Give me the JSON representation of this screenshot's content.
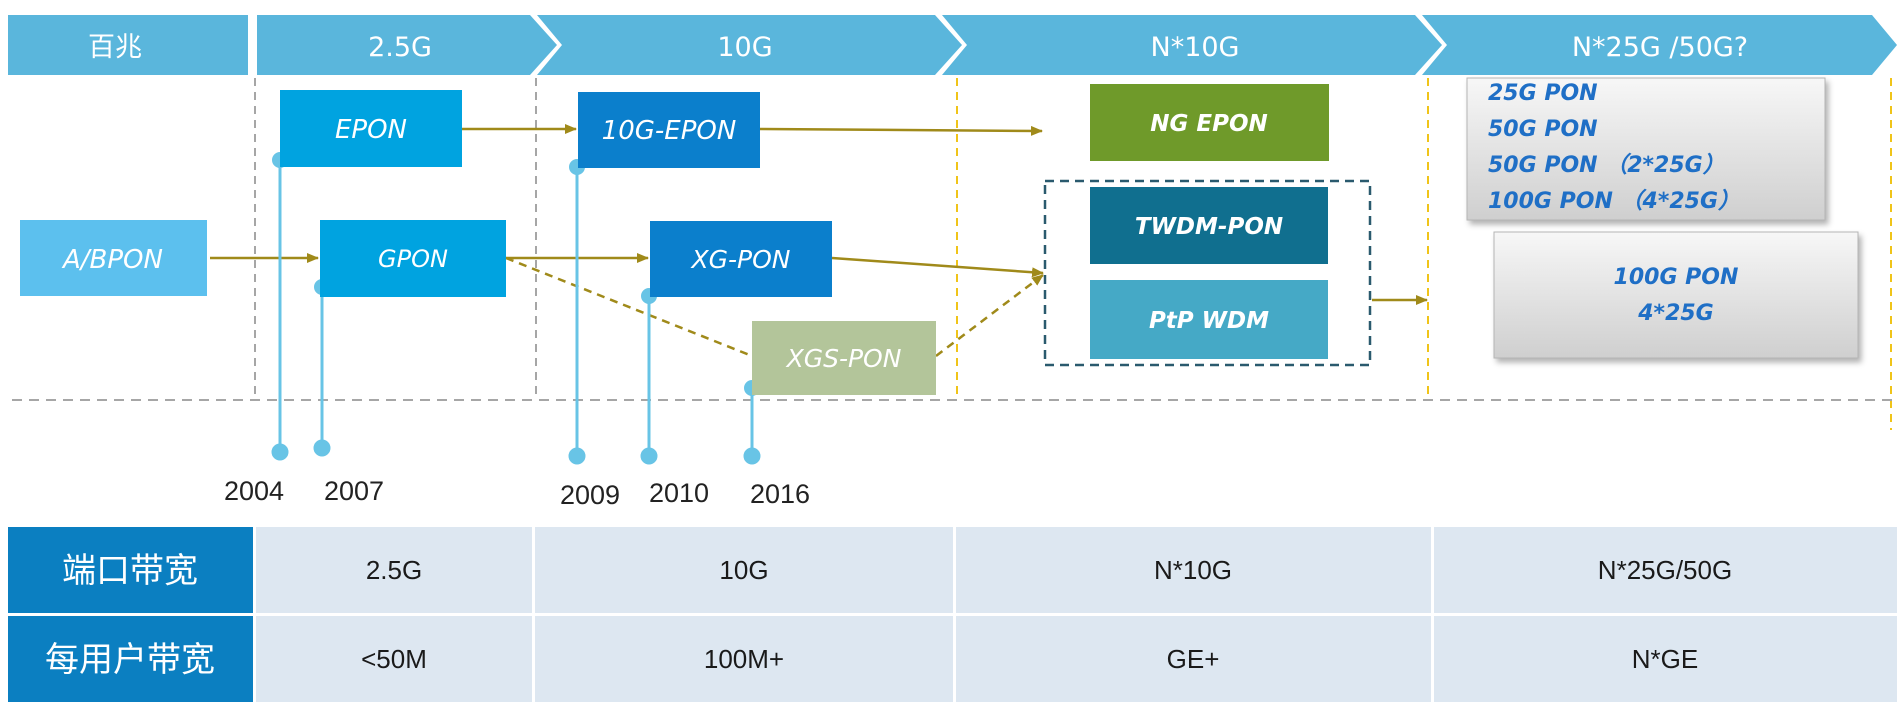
{
  "header": {
    "stages": [
      "百兆",
      "2.5G",
      "10G",
      "N*10G",
      "N*25G /50G?"
    ]
  },
  "technologies": {
    "a_bpon": "A/BPON",
    "epon": "EPON",
    "gpon": "GPON",
    "tenG_epon": "10G-EPON",
    "xg_pon": "XG-PON",
    "xgs_pon": "XGS-PON",
    "ng_epon": "NG EPON",
    "twdm_pon": "TWDM-PON",
    "ptp_wdm": "PtP WDM",
    "future_list": [
      "25G PON",
      "50G PON",
      "50G PON （2*25G）",
      "100G  PON （4*25G）"
    ],
    "future_100g": [
      "100G PON",
      "4*25G"
    ]
  },
  "timeline": {
    "years": [
      "2004",
      "2007",
      "2009",
      "2010",
      "2016"
    ]
  },
  "table": {
    "rows": [
      {
        "label": "端口带宽",
        "cells": [
          "2.5G",
          "10G",
          "N*10G",
          "N*25G/50G"
        ]
      },
      {
        "label": "每用户带宽",
        "cells": [
          "<50M",
          "100M+",
          "GE+",
          "N*GE"
        ]
      }
    ]
  },
  "colors": {
    "header_band": "#5ab6dc",
    "arrow": "#a08a1a",
    "gray_dash": "#a6a6a6",
    "yellow_dash": "#f0c419",
    "light_blue_box": "#5cc0ee",
    "bright_blue_box": "#00a3e0",
    "mid_blue_box": "#0b7fcc",
    "green_box": "#6f9a2a",
    "teal_dark_box": "#106f8f",
    "teal_light_box": "#45a9c6",
    "sage_box": "#b3c59a",
    "row_label_bg": "#0b7fc1",
    "cell_bg": "#dde7f1"
  }
}
